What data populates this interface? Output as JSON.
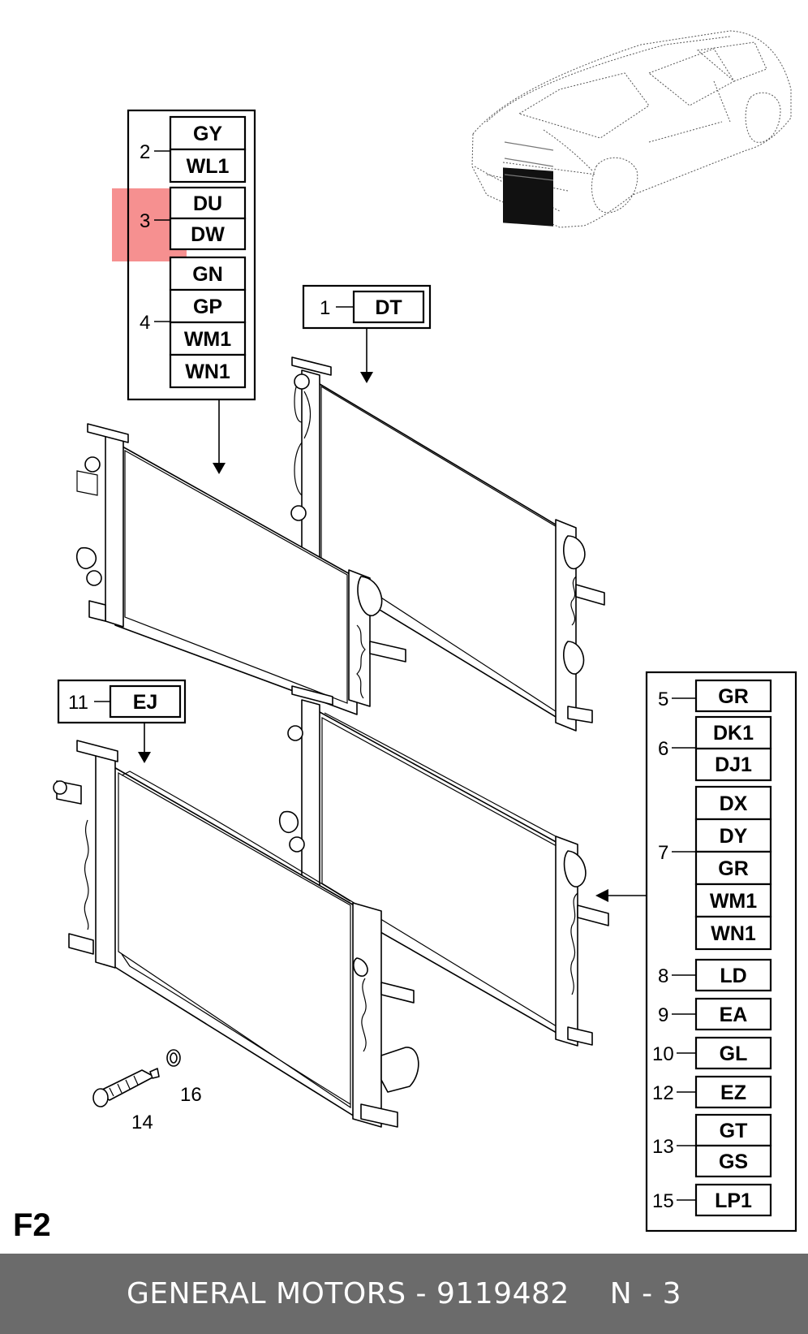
{
  "page_label": "F2",
  "footer": {
    "brand_part": "GENERAL MOTORS - 9119482",
    "page_ref": "N - 3"
  },
  "callouts": {
    "c1": {
      "num": "1",
      "codes": [
        "DT"
      ]
    },
    "c2": {
      "num": "2",
      "codes": [
        "GY",
        "WL1"
      ]
    },
    "c3": {
      "num": "3",
      "codes": [
        "DU",
        "DW"
      ]
    },
    "c4": {
      "num": "4",
      "codes": [
        "GN",
        "GP",
        "WM1",
        "WN1"
      ]
    },
    "c5": {
      "num": "5",
      "codes": [
        "GR"
      ]
    },
    "c6": {
      "num": "6",
      "codes": [
        "DK1",
        "DJ1"
      ]
    },
    "c7": {
      "num": "7",
      "codes": [
        "DX",
        "DY",
        "GR",
        "WM1",
        "WN1"
      ]
    },
    "c8": {
      "num": "8",
      "codes": [
        "LD"
      ]
    },
    "c9": {
      "num": "9",
      "codes": [
        "EA"
      ]
    },
    "c10": {
      "num": "10",
      "codes": [
        "GL"
      ]
    },
    "c11": {
      "num": "11",
      "codes": [
        "EJ"
      ]
    },
    "c12": {
      "num": "12",
      "codes": [
        "EZ"
      ]
    },
    "c13": {
      "num": "13",
      "codes": [
        "GT",
        "GS"
      ]
    },
    "c15": {
      "num": "15",
      "codes": [
        "LP1"
      ]
    }
  },
  "part_labels": {
    "p14": "14",
    "p16": "16"
  },
  "highlight_color": "#f47c7c",
  "footer_color": "#6b6b6b"
}
